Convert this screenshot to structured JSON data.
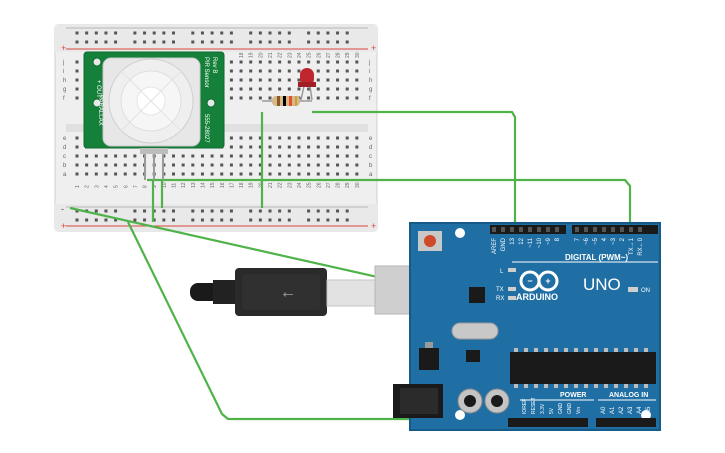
{
  "breadboard": {
    "rows_top": [
      "j",
      "i",
      "h",
      "g",
      "f"
    ],
    "rows_bottom": [
      "e",
      "d",
      "c",
      "b",
      "a"
    ],
    "column_numbers": [
      "1",
      "2",
      "3",
      "4",
      "5",
      "6",
      "7",
      "8",
      "9",
      "10",
      "11",
      "12",
      "13",
      "14",
      "15",
      "16",
      "17",
      "18",
      "19",
      "20",
      "21",
      "22",
      "23",
      "24",
      "25",
      "26",
      "27",
      "28",
      "29",
      "30"
    ],
    "rail_plus": "+",
    "rail_minus": "-"
  },
  "pir_sensor": {
    "brand": "PARALLAX",
    "title": "PIR Sensor",
    "rev": "Rev B",
    "part": "555-28027",
    "pins": [
      "-",
      "+",
      "OUT"
    ]
  },
  "arduino": {
    "model": "UNO",
    "brand": "ARDUINO",
    "digital_header": "DIGITAL (PWM~)",
    "power_header": "POWER",
    "analog_header": "ANALOG IN",
    "on_label": "ON",
    "l_label": "L",
    "tx_label": "TX",
    "rx_label": "RX",
    "top_pins": [
      "AREF",
      "GND",
      "13",
      "12",
      "~11",
      "~10",
      "~9",
      "8",
      "7",
      "~6",
      "~5",
      "4",
      "~3",
      "2",
      "TX→1",
      "RX←0"
    ],
    "power_pins": [
      "IOREF",
      "RESET",
      "3.3V",
      "5V",
      "GND",
      "GND",
      "Vin"
    ],
    "analog_pins": [
      "A0",
      "A1",
      "A2",
      "A3",
      "A4",
      "A5"
    ]
  },
  "colors": {
    "wire": "#4fb34a",
    "board": "#1f6fa5",
    "breadboard": "#f2f2f2",
    "pcb": "#15803a",
    "led": "#c0262d"
  }
}
